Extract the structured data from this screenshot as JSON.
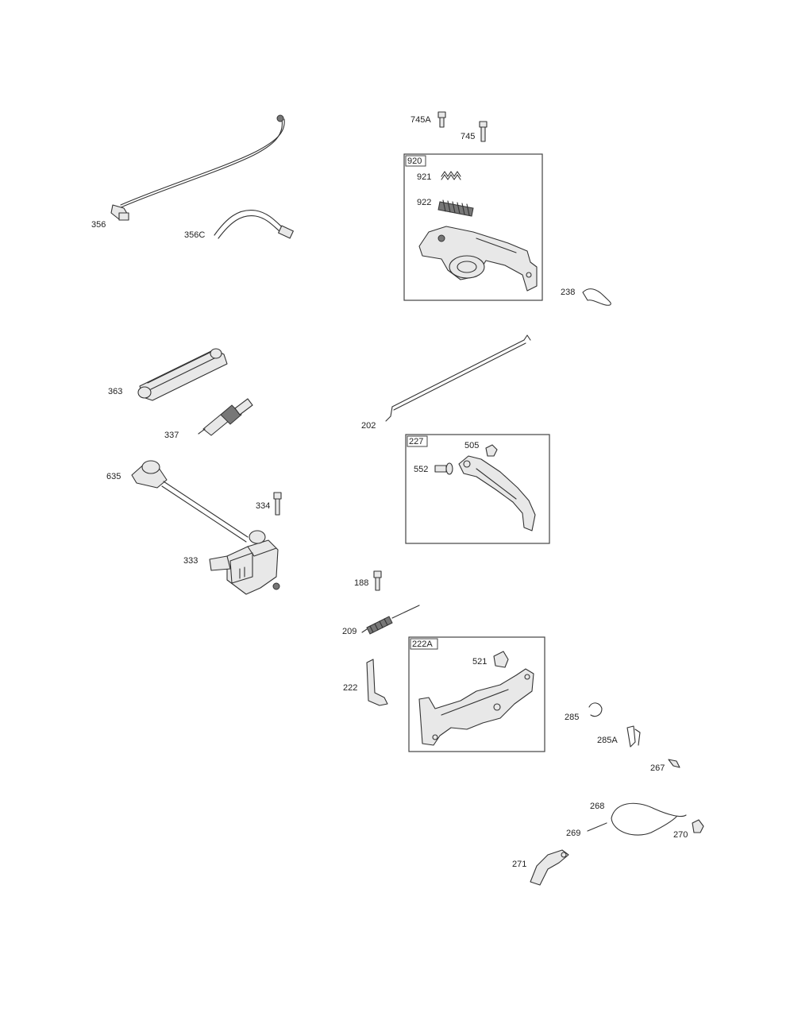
{
  "part_labels": {
    "p356": "356",
    "p356c": "356C",
    "p745a": "745A",
    "p745": "745",
    "p920": "920",
    "p921_top": "921",
    "p922": "922",
    "p238": "238",
    "p363": "363",
    "p337": "337",
    "p635": "635",
    "p334": "334",
    "p333": "333",
    "p202": "202",
    "p227": "227",
    "p505": "505",
    "p552": "552",
    "p188": "188",
    "p209": "209",
    "p222a": "222A",
    "p521": "521",
    "p222": "222",
    "p285": "285",
    "p285a": "285A",
    "p267": "267",
    "p268": "268",
    "p269": "269",
    "p270": "270",
    "p271": "271"
  }
}
